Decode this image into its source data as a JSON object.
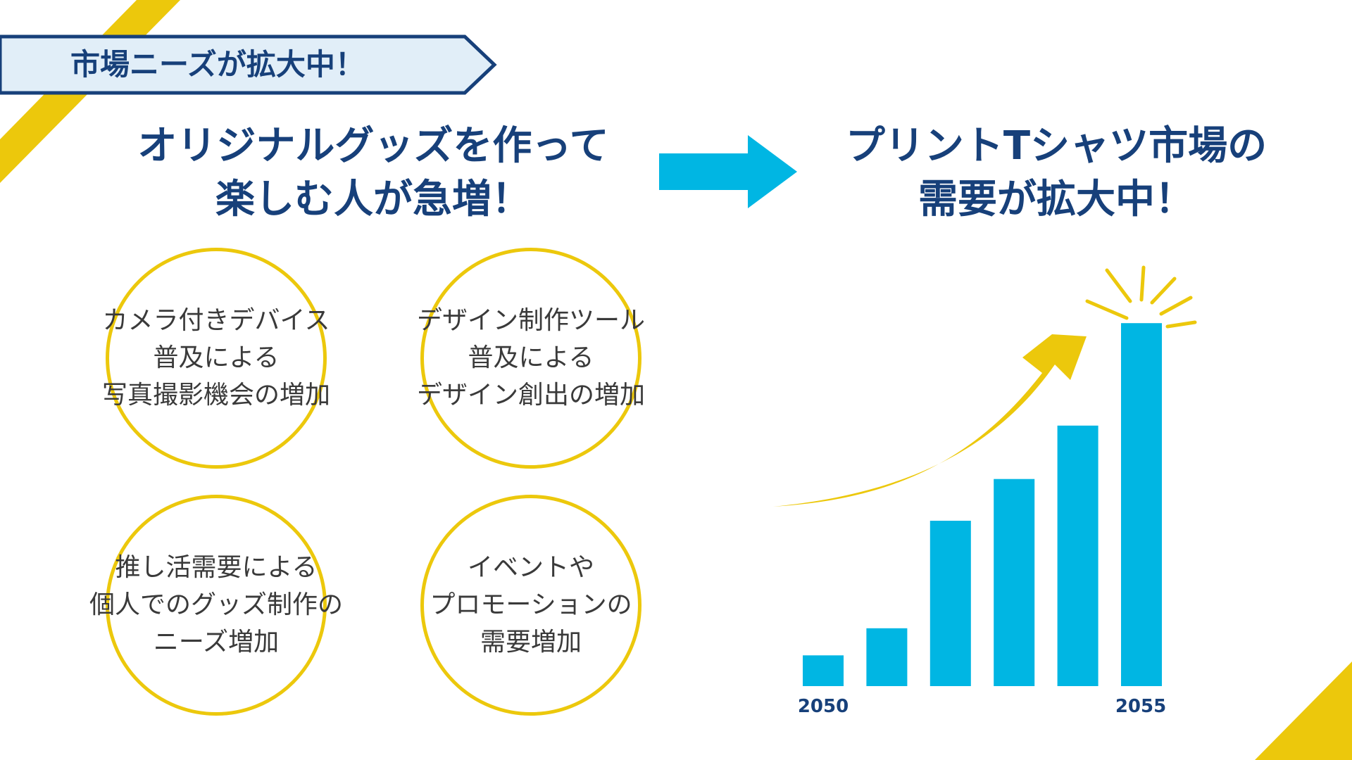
{
  "banner": {
    "title": "市場ニーズが拡大中！"
  },
  "left_headline": {
    "line1": "オリジナルグッズを作って",
    "line2": "楽しむ人が急増！"
  },
  "right_headline": {
    "line1": "プリントTシャツ市場の",
    "line2": "需要が拡大中！"
  },
  "factors": [
    {
      "lines": [
        "カメラ付きデバイス",
        "普及による",
        "写真撮影機会の増加"
      ]
    },
    {
      "lines": [
        "デザイン制作ツール",
        "普及による",
        "デザイン創出の増加"
      ]
    },
    {
      "lines": [
        "推し活需要による",
        "個人でのグッズ制作の",
        "ニーズ増加"
      ]
    },
    {
      "lines": [
        "イベントや",
        "プロモーションの",
        "需要増加"
      ]
    }
  ],
  "colors": {
    "navy": "#17407a",
    "yellow": "#ecc80c",
    "cyan": "#00b6e3",
    "banner_fill": "#e1eef8",
    "body_text": "#3a3a3a"
  },
  "icons": {
    "flow_arrow": "arrow-right-icon",
    "growth_arrow": "curved-up-arrow-icon",
    "burst": "sparkle-burst-icon"
  },
  "chart_data": {
    "type": "bar",
    "start_label": "2050",
    "end_label": "2055",
    "values": [
      42,
      79,
      226,
      283,
      356,
      496
    ],
    "ylim": [
      0,
      500
    ],
    "grid": false,
    "bar_color": "#00b6e3"
  }
}
